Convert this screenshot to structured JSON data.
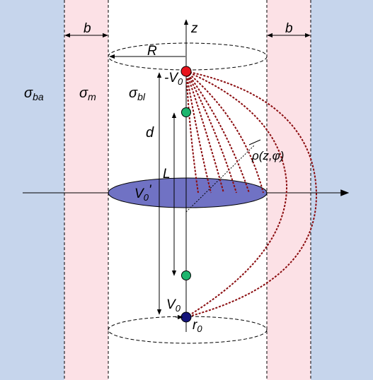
{
  "colors": {
    "outer_band": "#c6d5ec",
    "membrane_band": "#fce1e6",
    "ellipse_fill": "#7072c4",
    "red_electrode": "#e8141c",
    "green_electrode": "#1eb56e",
    "blue_electrode": "#14147a",
    "field_lines": "#8b0d10"
  },
  "labels": {
    "b_left": "b",
    "b_right": "b",
    "z_axis": "z",
    "R": "R",
    "neg_v0": "-V",
    "neg_v0_sub": "0",
    "sigma_ba": "σ",
    "sigma_ba_sub": "ba",
    "sigma_m": "σ",
    "sigma_m_sub": "m",
    "sigma_bl": "σ",
    "sigma_bl_sub": "bl",
    "d": "d",
    "L": "L",
    "rho_point": "ρ(z,φ)",
    "v0_prime": "V",
    "v0_prime_sub": "0",
    "v0_prime_mark": "'",
    "v0": "V",
    "v0_sub": "0",
    "r0": "r",
    "r0_sub": "0"
  }
}
